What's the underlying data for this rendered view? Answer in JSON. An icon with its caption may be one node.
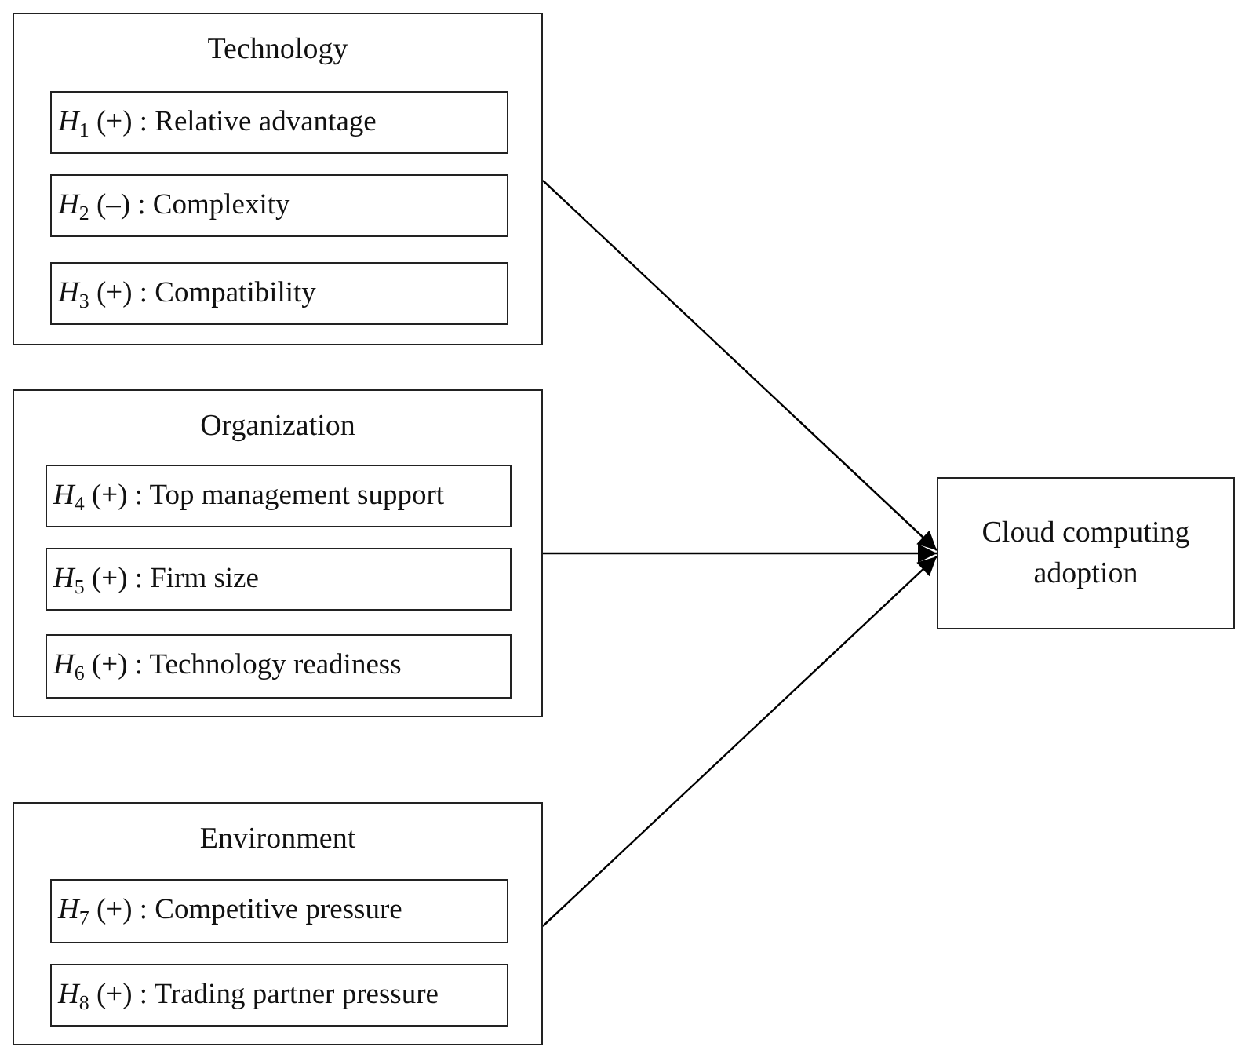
{
  "diagram": {
    "nodes": [
      {
        "text": [
          "Technology"
        ]
      },
      {
        "text": [
          "*H*$_{1}$ (+) : Relative advantage"
        ],
        "in": 0
      },
      {
        "text": [
          "*H*$_{2}$ (–) : Complexity"
        ],
        "in": 0
      },
      {
        "text": [
          "*H*$_{3}$ (+) : Compatibility"
        ],
        "in": 0
      },
      {
        "text": [
          "Organization"
        ]
      },
      {
        "text": [
          "*H*$_{4}$ (+) : Top management support"
        ],
        "in": 4
      },
      {
        "text": [
          "*H*$_{5}$ (+) : Firm size"
        ],
        "in": 4
      },
      {
        "text": [
          "*H*$_{6}$ (+) : Technology readiness"
        ],
        "in": 4
      },
      {
        "text": [
          "Environment"
        ]
      },
      {
        "text": [
          "*H*$_{7}$ (+) : Competitive pressure"
        ],
        "in": 8
      },
      {
        "text": [
          "*H*$_{8}$ (+) : Trading partner pressure"
        ],
        "in": 8
      },
      {
        "text": [
          "Cloud computing adoption"
        ]
      }
    ],
    "edges": [
      {
        "from": 0,
        "to": 11,
        "arrow": "to"
      },
      {
        "from": 4,
        "to": 11,
        "arrow": "to"
      },
      {
        "from": 8,
        "to": 11,
        "arrow": "to"
      }
    ]
  }
}
